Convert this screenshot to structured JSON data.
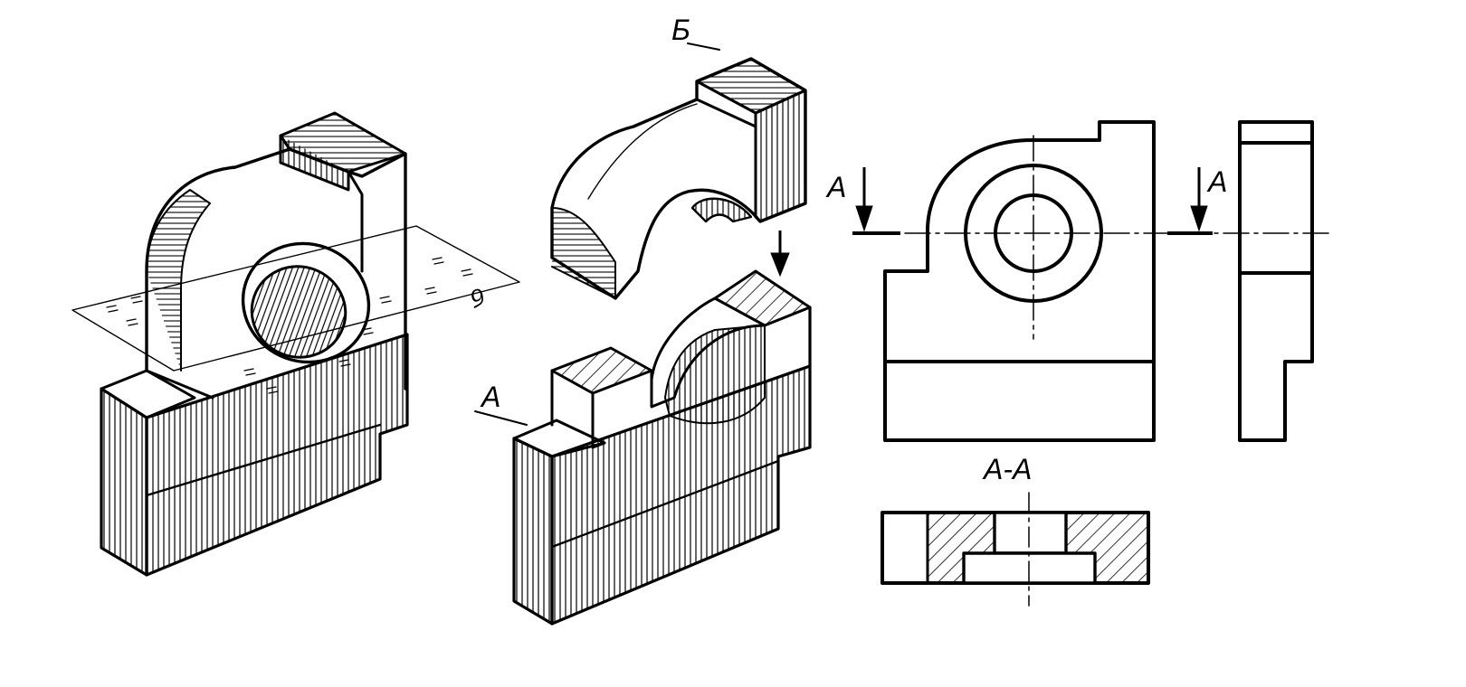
{
  "labels": {
    "part_top": "Б",
    "part_bottom": "A",
    "cut_left": "A",
    "cut_right": "A",
    "section_title": "A-A",
    "plane_marker": "б"
  },
  "colors": {
    "ink": "#000000",
    "paper": "#ffffff"
  }
}
